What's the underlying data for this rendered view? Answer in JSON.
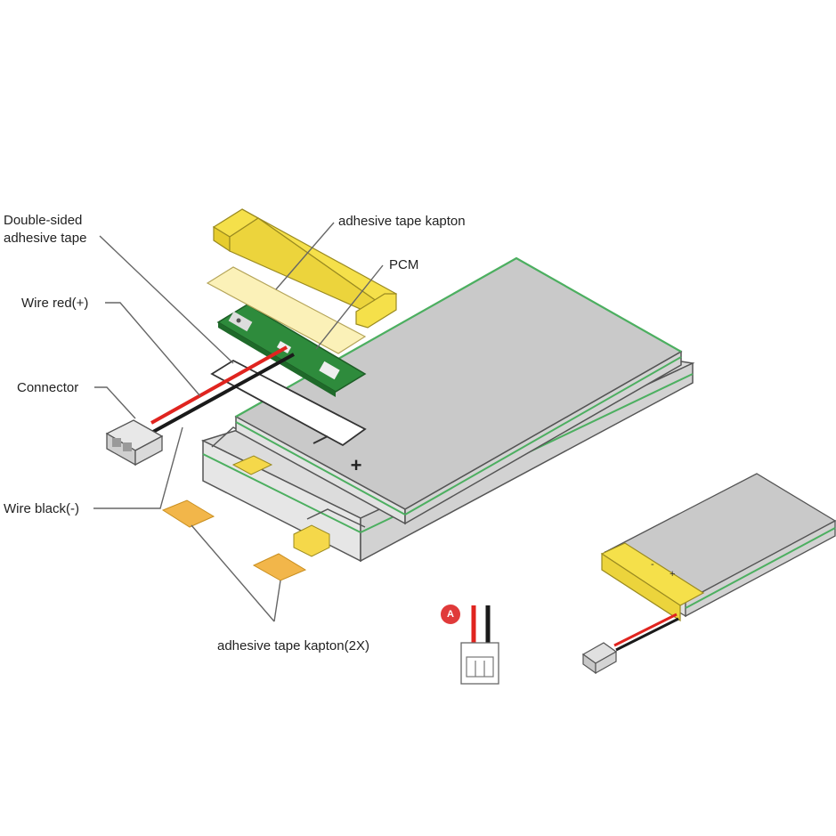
{
  "labels": {
    "double_sided_line1": "Double-sided",
    "double_sided_line2": "adhesive tape",
    "wire_red": "Wire red(+)",
    "connector": "Connector",
    "wire_black": "Wire black(-)",
    "tape_kapton_top": "adhesive tape kapton",
    "pcm": "PCM",
    "tape_kapton_2x": "adhesive tape kapton(2X)",
    "plus_sign": "+",
    "badge_letter": "A"
  },
  "colors": {
    "cell_face": "#c9c9c9",
    "cell_side": "#e2e2e2",
    "cell_edge": "#4caf60",
    "outline": "#555555",
    "kapton_yellow": "#f5e04a",
    "kapton_pale": "#fbf1b8",
    "kapton_orange": "#f2b64a",
    "pcm_green": "#2e8b3c",
    "wire_red": "#e0241f",
    "wire_black": "#1a1a1a",
    "badge_red": "#e03a3a",
    "leader": "#666666"
  },
  "icons": {
    "connector": "jst-connector-icon",
    "badge": "a-badge-icon"
  }
}
